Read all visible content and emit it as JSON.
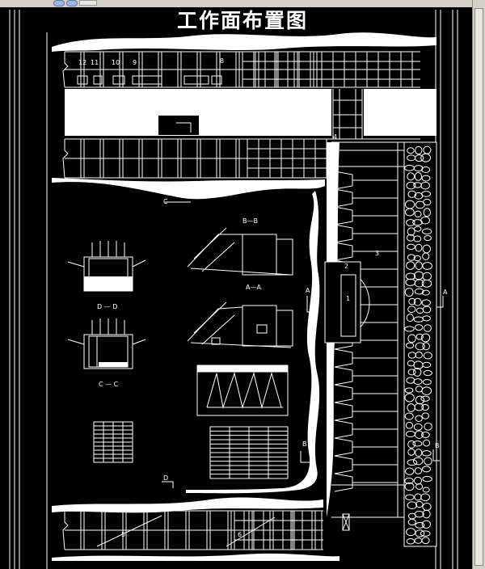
{
  "title": "工作面布置图",
  "labels": {
    "c_top": "C",
    "c_mid": "C",
    "bb": "B—B",
    "aa": "A—A",
    "dd": "D — D",
    "cc": "C — C",
    "a_left": "A",
    "a_right": "A",
    "b_left": "B",
    "b_right": "B",
    "d": "D",
    "n12": "12",
    "n11": "11",
    "n10": "10",
    "n9": "9",
    "n8": "8",
    "n1": "1",
    "n2": "2",
    "n3": "3",
    "n4": "4",
    "n5": "5",
    "n6": "6"
  },
  "colors": {
    "background": "#000000",
    "line": "#ffffff",
    "chrome": "#d4d0c8"
  }
}
